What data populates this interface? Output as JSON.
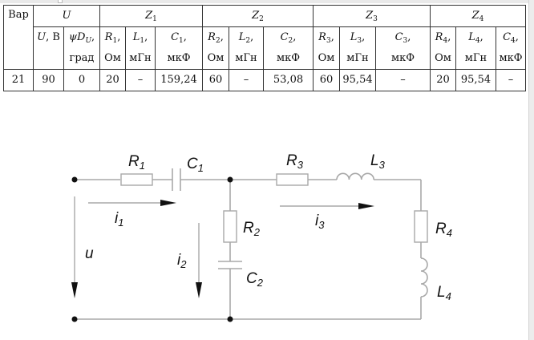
{
  "table": {
    "header": {
      "var": "Вар",
      "groups": [
        {
          "sym": "U",
          "sub": ""
        },
        {
          "sym": "Z",
          "sub": "1"
        },
        {
          "sym": "Z",
          "sub": "2"
        },
        {
          "sym": "Z",
          "sub": "3"
        },
        {
          "sym": "Z",
          "sub": "4"
        }
      ],
      "columns": [
        {
          "sym": "U",
          "sub": "",
          "suffix": ", В",
          "unit": ""
        },
        {
          "sym": "ψD",
          "sub": "U",
          "suffix": ",",
          "unit": "град"
        },
        {
          "sym": "R",
          "sub": "1",
          "suffix": ",",
          "unit": "Ом"
        },
        {
          "sym": "L",
          "sub": "1",
          "suffix": ",",
          "unit": "мГн"
        },
        {
          "sym": "C",
          "sub": "1",
          "suffix": ",",
          "unit": "мкФ"
        },
        {
          "sym": "R",
          "sub": "2",
          "suffix": ",",
          "unit": "Ом"
        },
        {
          "sym": "L",
          "sub": "2",
          "suffix": ",",
          "unit": "мГн"
        },
        {
          "sym": "C",
          "sub": "2",
          "suffix": ",",
          "unit": "мкФ"
        },
        {
          "sym": "R",
          "sub": "3",
          "suffix": ",",
          "unit": "Ом"
        },
        {
          "sym": "L",
          "sub": "3",
          "suffix": ",",
          "unit": "мГн"
        },
        {
          "sym": "C",
          "sub": "3",
          "suffix": ",",
          "unit": "мкФ"
        },
        {
          "sym": "R",
          "sub": "4",
          "suffix": ",",
          "unit": "Ом"
        },
        {
          "sym": "L",
          "sub": "4",
          "suffix": ",",
          "unit": "мГн"
        },
        {
          "sym": "C",
          "sub": "4",
          "suffix": ",",
          "unit": "мкФ"
        }
      ]
    },
    "row": [
      "21",
      "90",
      "0",
      "20",
      "–",
      "159,24",
      "60",
      "–",
      "53,08",
      "60",
      "95,54",
      "–",
      "20",
      "95,54",
      "–"
    ]
  },
  "circuit": {
    "labels": {
      "R1": {
        "sym": "R",
        "sub": "1"
      },
      "C1": {
        "sym": "C",
        "sub": "1"
      },
      "R2": {
        "sym": "R",
        "sub": "2"
      },
      "C2": {
        "sym": "C",
        "sub": "2"
      },
      "R3": {
        "sym": "R",
        "sub": "3"
      },
      "L3": {
        "sym": "L",
        "sub": "3"
      },
      "R4": {
        "sym": "R",
        "sub": "4"
      },
      "L4": {
        "sym": "L",
        "sub": "4"
      },
      "i1": {
        "sym": "i",
        "sub": "1"
      },
      "i2": {
        "sym": "i",
        "sub": "2"
      },
      "i3": {
        "sym": "i",
        "sub": "3"
      },
      "u": {
        "sym": "u",
        "sub": ""
      }
    },
    "wire_color": "#a8a8a8",
    "arrow_color": "#1a1a1a"
  }
}
